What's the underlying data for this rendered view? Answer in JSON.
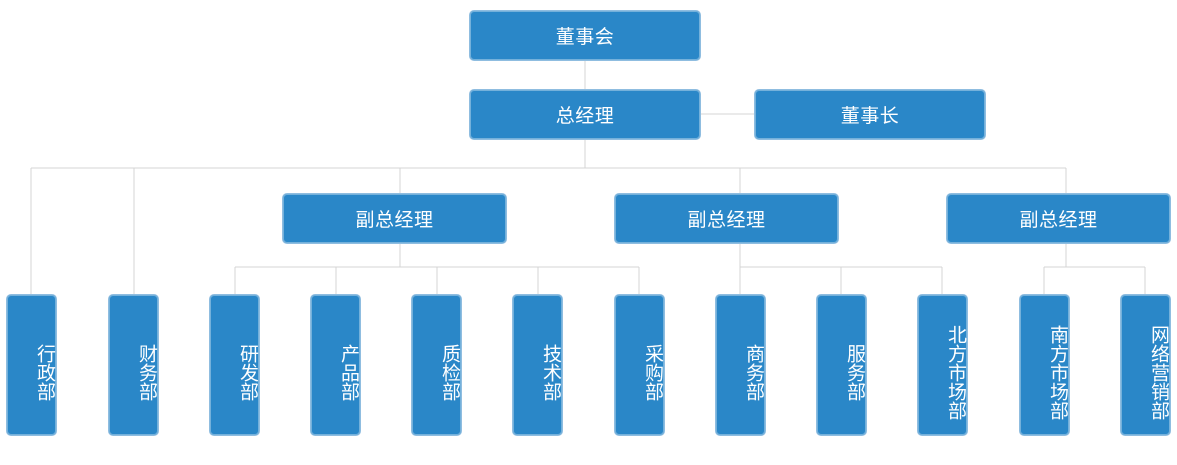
{
  "colors": {
    "node_fill": "#2a87c8",
    "node_border": "#8fbde0",
    "node_text": "#ffffff",
    "connector": "#d4d4d4"
  },
  "board": {
    "label": "董事会"
  },
  "general_manager": {
    "label": "总经理"
  },
  "chairman": {
    "label": "董事长"
  },
  "deputy_managers": [
    {
      "label": "副总经理"
    },
    {
      "label": "副总经理"
    },
    {
      "label": "副总经理"
    }
  ],
  "departments": [
    {
      "label": "行政部"
    },
    {
      "label": "财务部"
    },
    {
      "label": "研发部"
    },
    {
      "label": "产品部"
    },
    {
      "label": "质检部"
    },
    {
      "label": "技术部"
    },
    {
      "label": "采购部"
    },
    {
      "label": "商务部"
    },
    {
      "label": "服务部"
    },
    {
      "label": "北方市场部"
    },
    {
      "label": "南方市场部"
    },
    {
      "label": "网络营销部"
    }
  ]
}
